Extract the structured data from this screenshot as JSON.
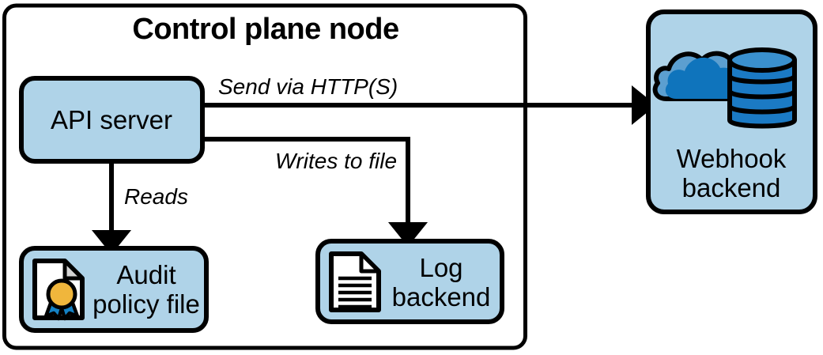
{
  "diagram": {
    "title": "Control plane node",
    "container": {
      "label": "Control plane node",
      "name": "control-plane-node"
    },
    "nodes": [
      {
        "id": "api-server",
        "label": "API server",
        "label_lines": [
          "API server"
        ],
        "icon": null,
        "fill": "#AFD3E8"
      },
      {
        "id": "audit-policy-file",
        "label": "Audit policy file",
        "label_lines": [
          "Audit",
          "policy file"
        ],
        "icon": "document-seal-icon",
        "fill": "#AFD3E8"
      },
      {
        "id": "log-backend",
        "label": "Log backend",
        "label_lines": [
          "Log",
          "backend"
        ],
        "icon": "document-lines-icon",
        "fill": "#AFD3E8"
      },
      {
        "id": "webhook-backend",
        "label": "Webhook backend",
        "label_lines": [
          "Webhook",
          "backend"
        ],
        "icon": "cloud-database-icon",
        "fill": "#AFD3E8"
      }
    ],
    "edges": [
      {
        "id": "send-via-https",
        "label": "Send via HTTP(S)",
        "from": "api-server",
        "to": "webhook-backend"
      },
      {
        "id": "writes-to-file",
        "label": "Writes to file",
        "from": "api-server",
        "to": "log-backend"
      },
      {
        "id": "reads",
        "label": "Reads",
        "from": "api-server",
        "to": "audit-policy-file"
      }
    ],
    "colors": {
      "box_fill": "#AFD3E8",
      "stroke": "#000000",
      "canvas": "#FFFFFF",
      "cloud_light": "#5C9FD0",
      "cloud_dark": "#0F74BC",
      "database_blue": "#1B7AC4",
      "database_light": "#3A90CE",
      "seal_gold": "#F0B63C",
      "ribbon_blue": "#1481C4",
      "doc_white": "#FFFFFF",
      "doc_fold": "#D4D4D4"
    }
  }
}
